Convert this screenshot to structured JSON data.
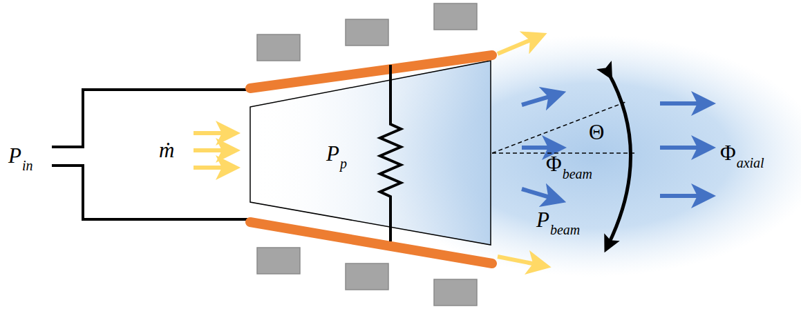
{
  "diagram": {
    "labels": [
      "P",
      "in",
      "ṁ",
      "P",
      "p",
      "Θ",
      "Φ",
      "beam",
      "P",
      "beam",
      "Φ",
      "axial"
    ]
  }
}
